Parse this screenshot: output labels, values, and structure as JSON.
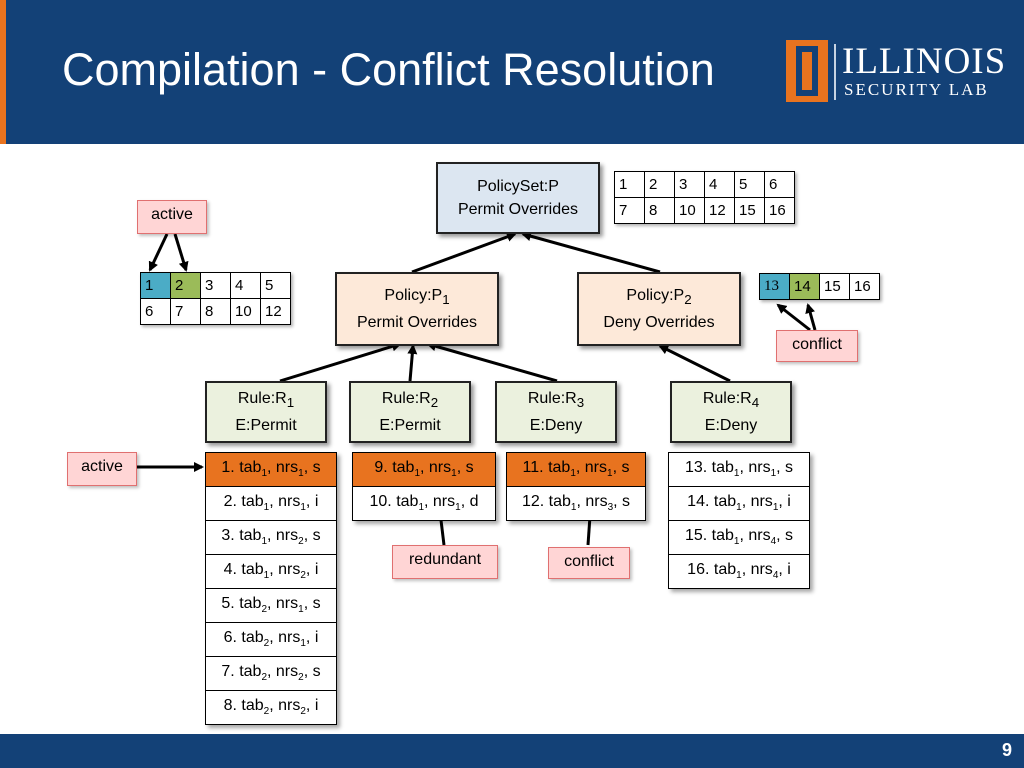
{
  "slide": {
    "title": "Compilation - Conflict Resolution",
    "page_number": "9"
  },
  "logo": {
    "line1": "ILLINOIS",
    "line2": "SECURITY LAB"
  },
  "policyset": {
    "name": "PolicySet:P",
    "algorithm": "Permit Overrides"
  },
  "policies": [
    {
      "prefix": "Policy:P",
      "sub": "1",
      "algorithm": "Permit Overrides"
    },
    {
      "prefix": "Policy:P",
      "sub": "2",
      "algorithm": "Deny Overrides"
    }
  ],
  "rules": [
    {
      "prefix": "Rule:R",
      "sub": "1",
      "effect": "E:Permit"
    },
    {
      "prefix": "Rule:R",
      "sub": "2",
      "effect": "E:Permit"
    },
    {
      "prefix": "Rule:R",
      "sub": "3",
      "effect": "E:Deny"
    },
    {
      "prefix": "Rule:R",
      "sub": "4",
      "effect": "E:Deny"
    }
  ],
  "tables": {
    "policyset_rows": [
      [
        "1",
        "2",
        "3",
        "4",
        "5",
        "6"
      ],
      [
        "7",
        "8",
        "10",
        "12",
        "15",
        "16"
      ]
    ],
    "p1_rows": [
      [
        "1",
        "2",
        "3",
        "4",
        "5"
      ],
      [
        "6",
        "7",
        "8",
        "10",
        "12"
      ]
    ],
    "p2_row": [
      "13",
      "14",
      "15",
      "16"
    ]
  },
  "rule_lists": {
    "r1": [
      {
        "n": "1.",
        "t": "tab",
        "ts": "1",
        "r": "nrs",
        "rs": "1",
        "a": "s"
      },
      {
        "n": "2.",
        "t": "tab",
        "ts": "1",
        "r": "nrs",
        "rs": "1",
        "a": "i"
      },
      {
        "n": "3.",
        "t": "tab",
        "ts": "1",
        "r": "nrs",
        "rs": "2",
        "a": "s"
      },
      {
        "n": "4.",
        "t": "tab",
        "ts": "1",
        "r": "nrs",
        "rs": "2",
        "a": "i"
      },
      {
        "n": "5.",
        "t": "tab",
        "ts": "2",
        "r": "nrs",
        "rs": "1",
        "a": "s"
      },
      {
        "n": "6.",
        "t": "tab",
        "ts": "2",
        "r": "nrs",
        "rs": "1",
        "a": "i"
      },
      {
        "n": "7.",
        "t": "tab",
        "ts": "2",
        "r": "nrs",
        "rs": "2",
        "a": "s"
      },
      {
        "n": "8.",
        "t": "tab",
        "ts": "2",
        "r": "nrs",
        "rs": "2",
        "a": "i"
      }
    ],
    "r2": [
      {
        "n": "9.",
        "t": "tab",
        "ts": "1",
        "r": "nrs",
        "rs": "1",
        "a": "s"
      },
      {
        "n": "10.",
        "t": "tab",
        "ts": "1",
        "r": "nrs",
        "rs": "1",
        "a": "d"
      }
    ],
    "r3": [
      {
        "n": "11.",
        "t": "tab",
        "ts": "1",
        "r": "nrs",
        "rs": "1",
        "a": "s"
      },
      {
        "n": "12.",
        "t": "tab",
        "ts": "1",
        "r": "nrs",
        "rs": "3",
        "a": "s"
      }
    ],
    "r4": [
      {
        "n": "13.",
        "t": "tab",
        "ts": "1",
        "r": "nrs",
        "rs": "1",
        "a": "s"
      },
      {
        "n": "14.",
        "t": "tab",
        "ts": "1",
        "r": "nrs",
        "rs": "1",
        "a": "i"
      },
      {
        "n": "15.",
        "t": "tab",
        "ts": "1",
        "r": "nrs",
        "rs": "4",
        "a": "s"
      },
      {
        "n": "16.",
        "t": "tab",
        "ts": "1",
        "r": "nrs",
        "rs": "4",
        "a": "i"
      }
    ]
  },
  "annotations": {
    "active_top": "active",
    "active_left": "active",
    "conflict_right": "conflict",
    "redundant": "redundant",
    "conflict_bottom": "conflict"
  },
  "colors": {
    "header": "#134177",
    "accent_orange": "#e8731f",
    "highlight_blue": "#4bacc6",
    "highlight_green": "#9bbb59",
    "policyset_fill": "#dce6f1",
    "policy_fill": "#fde9d9",
    "rule_fill": "#ebf1de",
    "badge_fill": "#ffd5d5"
  }
}
